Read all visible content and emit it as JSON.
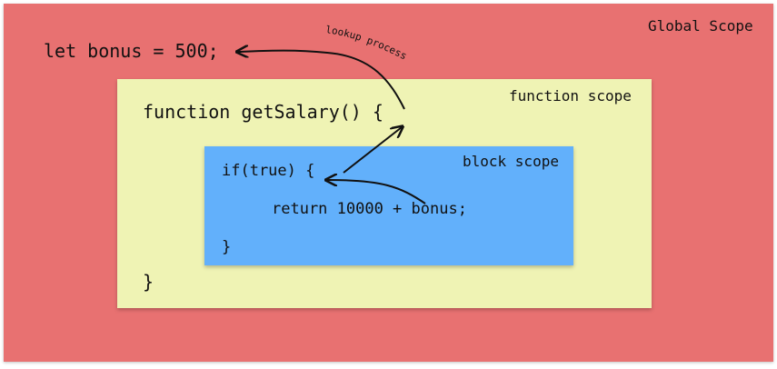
{
  "scopes": {
    "global_label": "Global Scope",
    "function_label": "function scope",
    "block_label": "block scope"
  },
  "code": {
    "bonus_declaration": "let bonus = 500;",
    "function_open": "function getSalary() {",
    "if_open": "if(true) {",
    "return_statement": "return 10000 + bonus;",
    "block_close": "}",
    "function_close": "}"
  },
  "annotation": {
    "lookup_label": "lookup process"
  },
  "colors": {
    "global": "#e87171",
    "function": "#eff3b4",
    "block": "#62b0fb"
  }
}
